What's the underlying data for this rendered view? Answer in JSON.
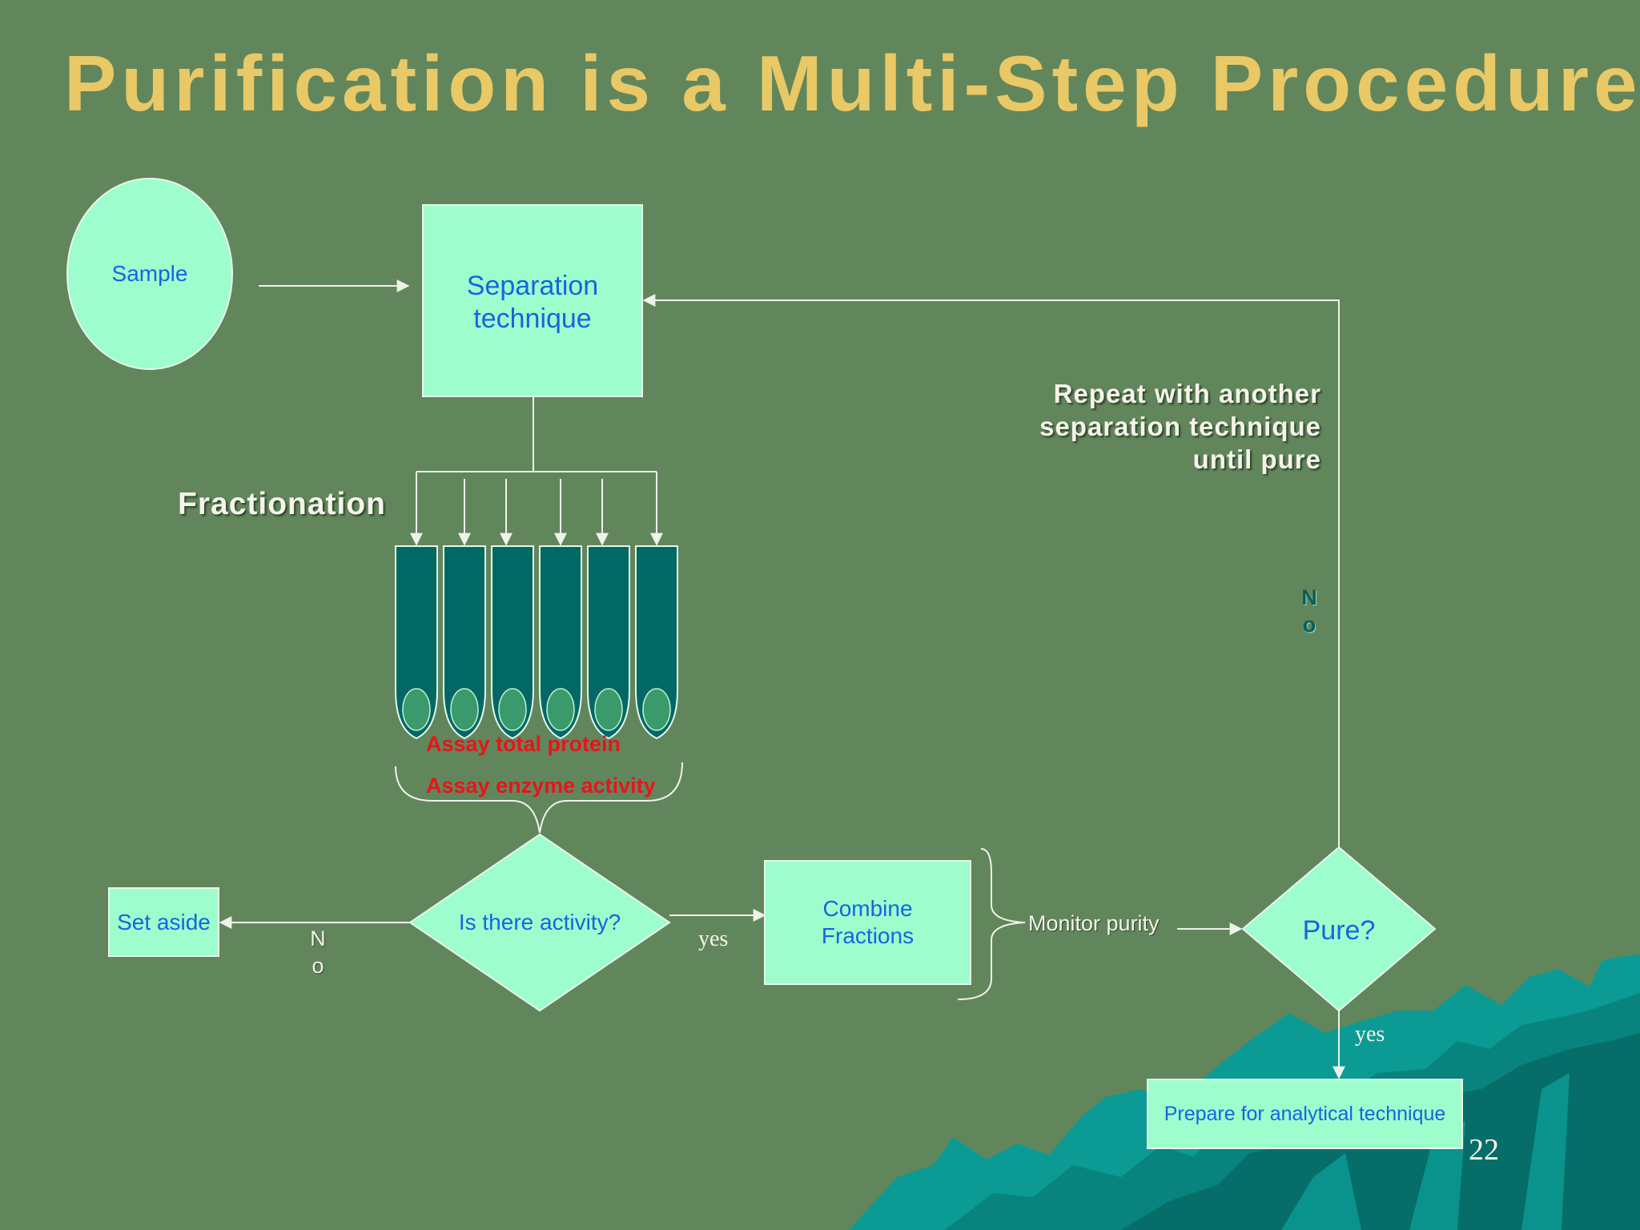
{
  "title": "Purification is a Multi-Step Procedure.",
  "nodes": {
    "sample": "Sample",
    "separation": "Separation technique",
    "activity_question": "Is there activity?",
    "set_aside": "Set aside",
    "combine": "Combine Fractions",
    "pure_question": "Pure?",
    "prepare": "Prepare for analytical technique"
  },
  "labels": {
    "fractionation": "Fractionation",
    "repeat_note": "Repeat with another separation technique until pure",
    "assay_protein": "Assay total protein",
    "assay_enzyme": "Assay enzyme activity",
    "monitor_purity": "Monitor purity",
    "no_left": "N\no",
    "no_right": "N\no",
    "yes_combine": "yes",
    "yes_prepare": "yes"
  },
  "slide_number": "22",
  "colors": {
    "background": "#61865b",
    "title": "#e9c866",
    "box_fill": "#9dfdcc",
    "box_text": "#1565e0",
    "tube_fill": "#026864",
    "tube_bulb": "#3a9a6c",
    "assay_text": "#e8141a",
    "mountain": "#0b9b94"
  }
}
